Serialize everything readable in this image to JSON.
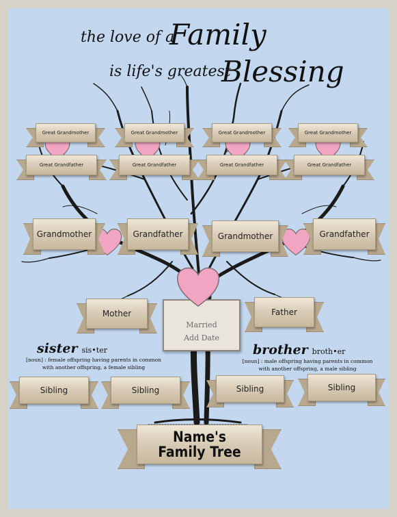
{
  "title": {
    "line1_small": "the love of a",
    "line1_big": "Family",
    "line2_small": "is life's greatest",
    "line2_big": "Blessing"
  },
  "great_grandparents": [
    {
      "top": "Great Grandmother",
      "bottom": "Great Grandfather"
    },
    {
      "top": "Great Grandmother",
      "bottom": "Great Grandfather"
    },
    {
      "top": "Great Grandmother",
      "bottom": "Great Grandfather"
    },
    {
      "top": "Great Grandmother",
      "bottom": "Great Grandfather"
    }
  ],
  "grandparents": [
    "Grandmother",
    "Grandfather",
    "Grandmother",
    "Grandfather"
  ],
  "parents": {
    "mother": "Mother",
    "father": "Father"
  },
  "married": {
    "line1": "Married",
    "line2": "Add Date"
  },
  "sister": {
    "word": "sister",
    "pronunciation": "sis•ter",
    "definition_line1": "[noun] : female offspring having parents in common",
    "definition_line2": "with another offspring, a female sibling"
  },
  "brother": {
    "word": "brother",
    "pronunciation": "broth•er",
    "definition_line1": "[noun] : male offspring having parents in common",
    "definition_line2": "with another offspring, a male sibling"
  },
  "siblings": [
    "Sibling",
    "Sibling",
    "Sibling",
    "Sibling"
  ],
  "name_banner": {
    "line1": "Name's",
    "line2": "Family Tree"
  },
  "colors": {
    "background": "#c3d8ef",
    "frame": "#d8d3c8",
    "ribbon": "#d6c9b3",
    "heart": "#f2a5c3"
  },
  "icons": {
    "heart": "heart-icon",
    "tree": "tree-icon"
  }
}
